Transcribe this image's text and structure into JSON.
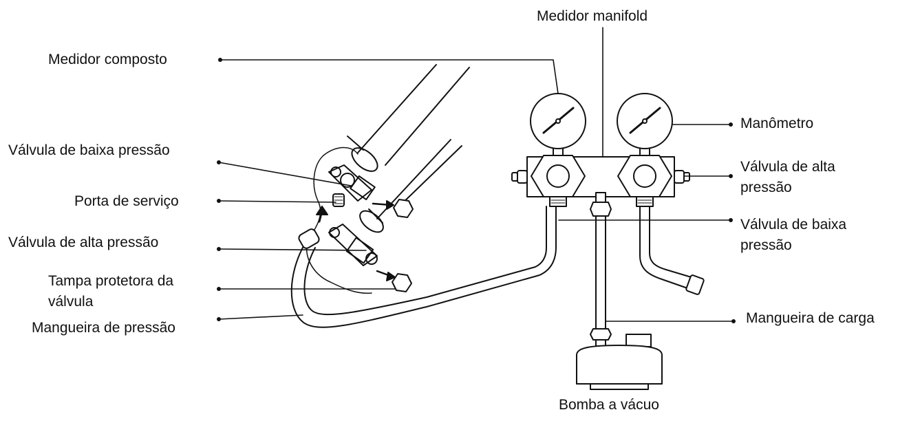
{
  "labels": {
    "medidor_manifold": "Medidor manifold",
    "medidor_composto": "Medidor composto",
    "manometro": "Manômetro",
    "valvula_baixa_esq": "Válvula de baixa pressão",
    "porta_servico": "Porta de serviço",
    "valvula_alta_esq": "Válvula de alta pressão",
    "tampa_l1": "Tampa protetora da",
    "tampa_l2": "válvula",
    "mangueira_pressao": "Mangueira de pressão",
    "valvula_alta_dir_l1": "Válvula de alta",
    "valvula_alta_dir_l2": "pressão",
    "valvula_baixa_dir_l1": "Válvula de baixa",
    "valvula_baixa_dir_l2": "pressão",
    "mangueira_carga": "Mangueira de carga",
    "bomba_vacuo": "Bomba a vácuo"
  },
  "colors": {
    "line": "#111111",
    "fill": "#ffffff"
  }
}
